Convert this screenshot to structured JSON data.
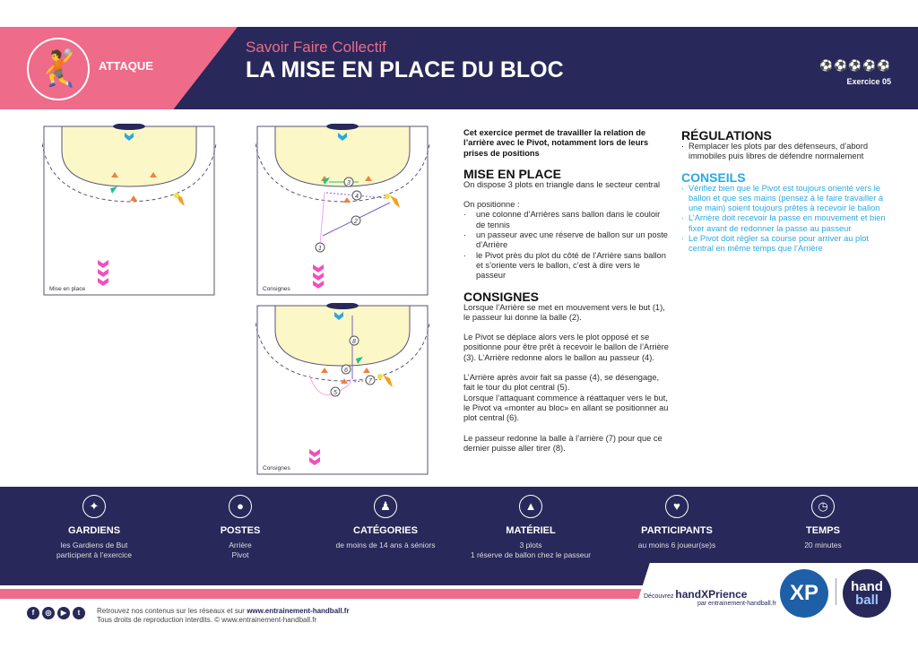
{
  "header": {
    "category": "ATTAQUE",
    "subtitle": "Savoir Faire Collectif",
    "title": "LA MISE EN PLACE DU BLOC",
    "difficulty": 3,
    "difficulty_max": 5,
    "exercise": "Exercice  05"
  },
  "diagrams": [
    {
      "label": "Mise en place",
      "steps": []
    },
    {
      "label": "Consignes",
      "steps": [
        "1",
        "2",
        "3",
        "4"
      ]
    },
    {
      "label": "Consignes",
      "steps": [
        "5",
        "6",
        "7",
        "8"
      ]
    }
  ],
  "intro": "Cet exercice permet de travailler la relation de l’arrière avec le Pivot, notamment lors de leurs prises de positions",
  "mise_en_place": {
    "title": "MISE EN PLACE",
    "p1": "On dispose 3 plots en triangle dans le secteur central",
    "p2": "On positionne :",
    "items": [
      "une colonne d’Arrières sans ballon dans le couloir de tennis",
      "un passeur avec une réserve de ballon sur un poste d’Arrière",
      "le Pivot près du plot du côté de l’Arrière sans ballon et s’oriente vers le ballon, c’est à dire vers le passeur"
    ]
  },
  "consignes": {
    "title": "CONSIGNES",
    "paragraphs": [
      "Lorsque l’Arrière se met en mouvement vers le but (1), le passeur lui donne la balle (2).",
      "Le Pivot se déplace alors vers le plot opposé et se positionne pour être prêt à recevoir le ballon de l’Arrière (3). L’Arrière redonne alors le ballon au passeur (4).",
      "L’Arrière après avoir fait sa passe (4), se désengage, fait le tour du plot central (5).",
      "Lorsque l’attaquant commence à réattaquer vers le but, le Pivot va «monter au bloc» en allant se positionner au plot central (6).",
      "Le passeur redonne la balle à l’arrière (7) pour que ce dernier puisse aller tirer (8)."
    ]
  },
  "regulations": {
    "title": "RÉGULATIONS",
    "items": [
      "Remplacer les plots par des défenseurs, d’abord immobiles puis libres de défendre normalement"
    ]
  },
  "conseils": {
    "title": "CONSEILS",
    "items": [
      "Vérifiez bien que le Pivot est toujours orienté vers le ballon et que ses mains (pensez à le faire travailler à une main) soient toujours prêtes à recevoir le ballon",
      "L’Arrière doit recevoir la passe en mouvement et bien fixer avant de redonner la passe au passeur",
      "Le Pivot doit régler sa course pour arriver au plot central en même temps que l’Arrière"
    ]
  },
  "footer_info": [
    {
      "title": "GARDIENS",
      "lines": [
        "les Gardiens de But",
        "participent à l’exercice"
      ]
    },
    {
      "title": "POSTES",
      "lines": [
        "Arrière",
        "Pivot"
      ]
    },
    {
      "title": "CATÉGORIES",
      "lines": [
        "de moins de 14 ans à séniors",
        ""
      ]
    },
    {
      "title": "MATÉRIEL",
      "lines": [
        "3 plots",
        "1 réserve de ballon chez le passeur"
      ]
    },
    {
      "title": "PARTICIPANTS",
      "lines": [
        "au moins 6 joueur(se)s",
        ""
      ]
    },
    {
      "title": "TEMPS",
      "lines": [
        "20 minutes",
        ""
      ]
    }
  ],
  "bottom": {
    "line1_prefix": "Retrouvez nos contenus sur les réseaux et sur ",
    "line1_link": "www.entrainement-handball.fr",
    "line2": "Tous droits de reproduction interdits. © www.entrainement-handball.fr",
    "discover": "Découvrez",
    "brand": "handXPrience",
    "par": "par entrainement-handball.fr",
    "logo_xp": "XP",
    "logo_hand": "hand",
    "logo_ball": "ball"
  },
  "colors": {
    "pink": "#ee6b8a",
    "navy": "#28285a",
    "blue": "#2aa9e0"
  }
}
